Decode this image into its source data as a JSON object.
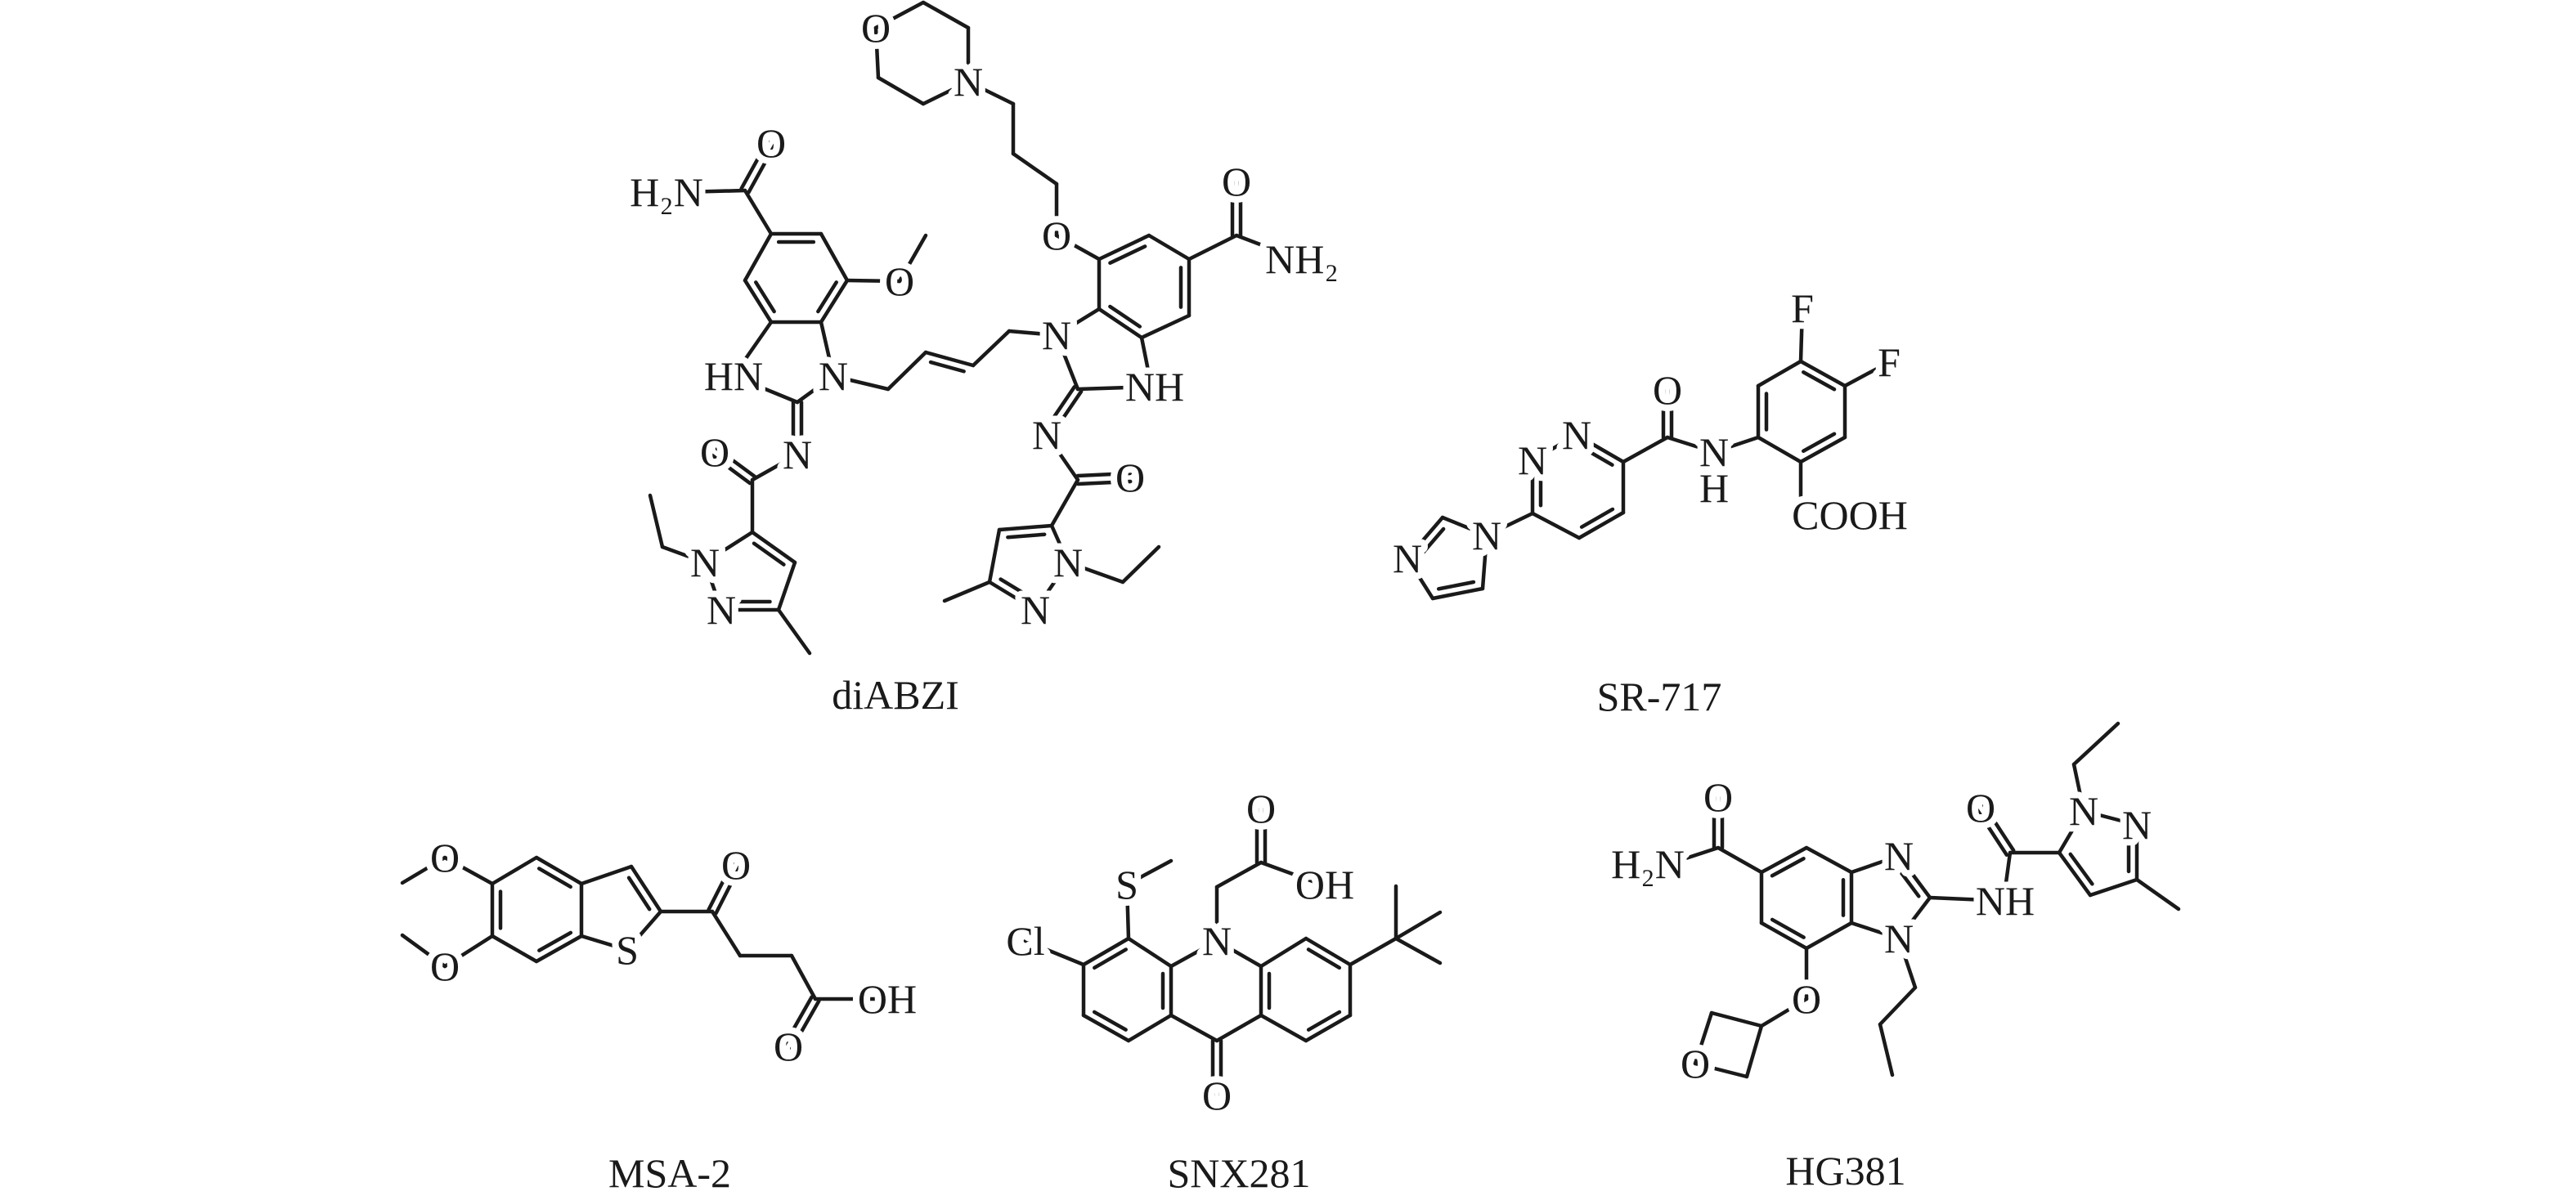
{
  "molecules": [
    {
      "name": "diABZI",
      "atoms": [
        "H₂N",
        "O",
        "O",
        "HN",
        "N",
        "N",
        "O",
        "N",
        "N",
        "N",
        "NH",
        "N",
        "O",
        "N",
        "N",
        "O",
        "N",
        "O",
        "O",
        "NH₂"
      ]
    },
    {
      "name": "SR-717",
      "atoms": [
        "N",
        "N",
        "N",
        "N",
        "O",
        "N",
        "H",
        "F",
        "F",
        "COOH"
      ]
    },
    {
      "name": "MSA-2",
      "atoms": [
        "O",
        "O",
        "S",
        "O",
        "OH",
        "O"
      ]
    },
    {
      "name": "SNX281",
      "atoms": [
        "O",
        "OH",
        "N",
        "S",
        "Cl",
        "O"
      ]
    },
    {
      "name": "HG381",
      "atoms": [
        "O",
        "H₂N",
        "N",
        "N",
        "NH",
        "O",
        "N",
        "N",
        "O",
        "O"
      ]
    }
  ]
}
